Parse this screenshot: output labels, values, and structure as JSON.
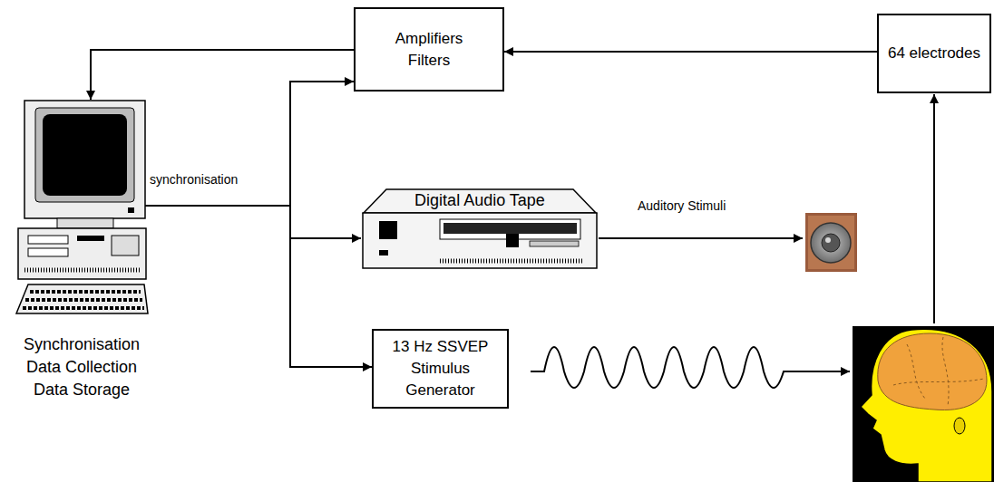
{
  "diagram": {
    "nodes": [
      {
        "text": [
          "Amplifiers Filters"
        ]
      },
      {
        "text": [
          "64 electrodes"
        ]
      },
      {
        "text": [
          "Synchronisation Data Collection Data Storage"
        ]
      },
      {
        "text": [
          "Digital Audio Tape"
        ]
      },
      {
        "text": [
          "13 Hz SSVEP Stimulus Generator"
        ]
      }
    ],
    "edges": [
      {
        "from": 1,
        "to": 0,
        "arrow": "to"
      },
      {
        "from": 0,
        "to": 2,
        "arrow": "to"
      },
      {
        "from": 2,
        "to": 0,
        "arrow": "to"
      },
      {
        "from": 2,
        "to": 3,
        "arrow": "to"
      },
      {
        "from": 2,
        "to": 4,
        "arrow": "to"
      }
    ],
    "labels": [
      "synchronisation",
      "Auditory Stimuli"
    ]
  }
}
